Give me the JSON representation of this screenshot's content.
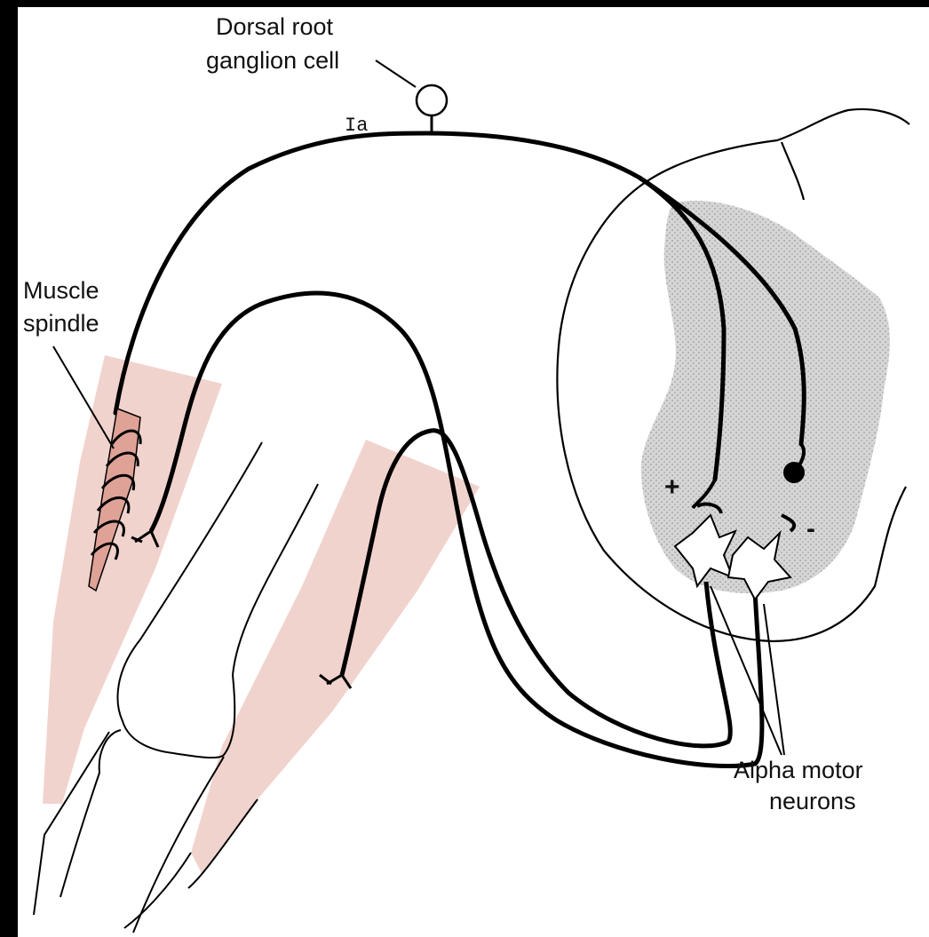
{
  "labels": {
    "drg_line1": "Dorsal root",
    "drg_line2": "ganglion cell",
    "ia": "Ia",
    "spindle_line1": "Muscle",
    "spindle_line2": "spindle",
    "plus": "+",
    "minus": "-",
    "alpha_line1": "Alpha motor",
    "alpha_line2": "neurons"
  },
  "colors": {
    "muscle": "#f1d3cd",
    "spindle": "#dfa297",
    "gray_matter": "#d2d2d2",
    "ink": "#000000"
  }
}
